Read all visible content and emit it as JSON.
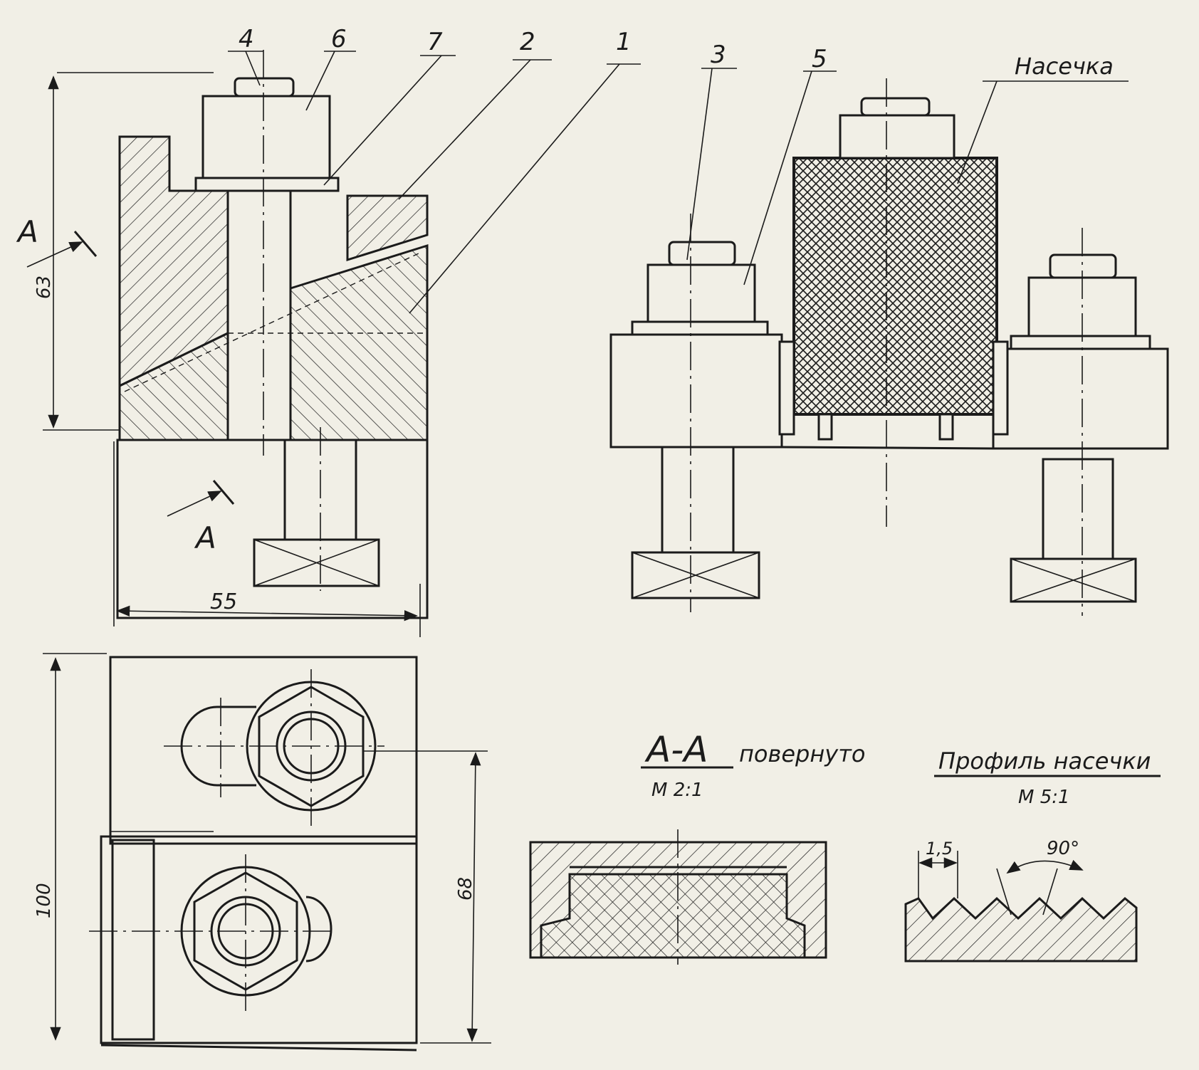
{
  "labels": {
    "part1": "1",
    "part2": "2",
    "part3": "3",
    "part4": "4",
    "part5": "5",
    "part6": "6",
    "part7": "7",
    "knurl_callout": "Насечка",
    "section_mark": "A"
  },
  "dimensions": {
    "height": "63",
    "width": "55",
    "length": "100",
    "offset": "68",
    "pitch": "1,5",
    "angle": "90°"
  },
  "section_view": {
    "title": "A-A",
    "note": "повернуто",
    "scale": "M 2:1"
  },
  "profile_view": {
    "title": "Профиль насечки",
    "scale": "M 5:1"
  },
  "colors": {
    "paper": "#f1efe6",
    "ink": "#1b1b1b"
  }
}
